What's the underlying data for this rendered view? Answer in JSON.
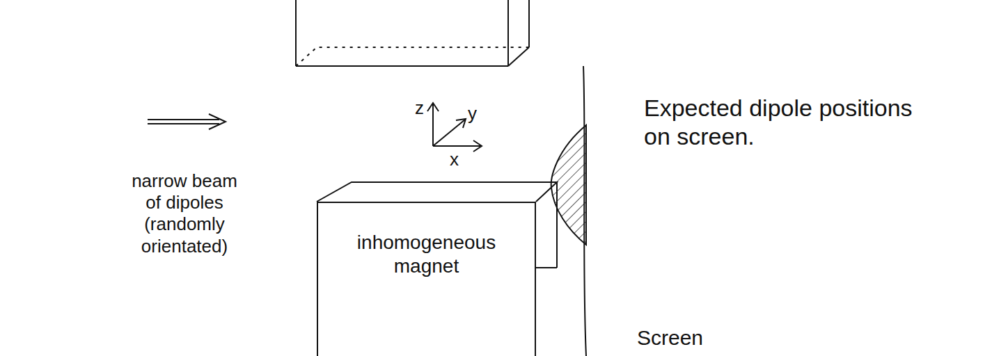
{
  "diagram": {
    "nodes": [
      {
        "text": [
          "inhomogeneous magnet"
        ]
      }
    ],
    "labels": [
      "narrow beam of dipoles (randomly orientated)",
      "z",
      "y",
      "x",
      "Expected dipole positions on screen.",
      "Screen"
    ]
  }
}
